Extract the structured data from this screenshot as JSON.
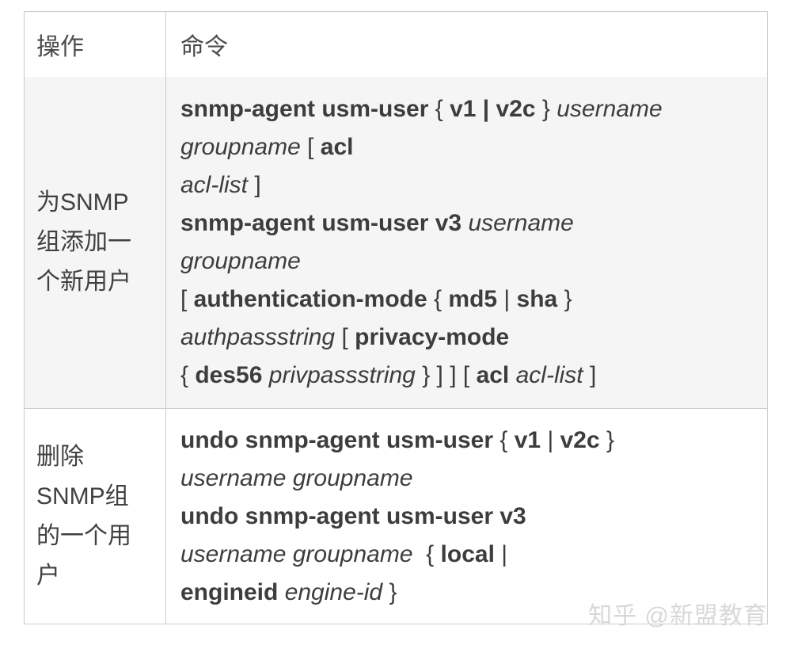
{
  "watermark": {
    "text": "知乎 @新盟教育",
    "color": "#d8d8d8"
  },
  "table": {
    "border_color": "#cccccc",
    "header": {
      "operation_label": "操作",
      "command_label": "命令"
    },
    "rows": [
      {
        "background": "#f5f5f5",
        "operation": "为SNMP组添加一个新用户",
        "operation_lines": [
          "为SNMP",
          "组添加一",
          "个新用户"
        ],
        "command_lines": [
          [
            {
              "text": "snmp-agent usm-user",
              "style": "bold"
            },
            {
              "text": " { ",
              "style": "regular"
            },
            {
              "text": "v1 | v2c",
              "style": "bold"
            },
            {
              "text": " } ",
              "style": "regular"
            },
            {
              "text": "username",
              "style": "italic"
            }
          ],
          [
            {
              "text": "groupname",
              "style": "italic"
            },
            {
              "text": " [ ",
              "style": "regular"
            },
            {
              "text": "acl",
              "style": "bold"
            }
          ],
          [
            {
              "text": "acl-list",
              "style": "italic"
            },
            {
              "text": " ]",
              "style": "regular"
            }
          ],
          [
            {
              "text": "snmp-agent usm-user v3",
              "style": "bold"
            },
            {
              "text": " ",
              "style": "regular"
            },
            {
              "text": "username",
              "style": "italic"
            }
          ],
          [
            {
              "text": "groupname",
              "style": "italic"
            }
          ],
          [
            {
              "text": "[ ",
              "style": "regular"
            },
            {
              "text": "authentication-mode",
              "style": "bold"
            },
            {
              "text": " { ",
              "style": "regular"
            },
            {
              "text": "md5",
              "style": "bold"
            },
            {
              "text": " | ",
              "style": "regular"
            },
            {
              "text": "sha",
              "style": "bold"
            },
            {
              "text": " }",
              "style": "regular"
            }
          ],
          [
            {
              "text": "authpassstring",
              "style": "italic"
            },
            {
              "text": " [ ",
              "style": "regular"
            },
            {
              "text": "privacy-mode",
              "style": "bold"
            }
          ],
          [
            {
              "text": "{ ",
              "style": "regular"
            },
            {
              "text": "des56",
              "style": "bold"
            },
            {
              "text": " ",
              "style": "regular"
            },
            {
              "text": "privpassstring",
              "style": "italic"
            },
            {
              "text": " } ] ] [ ",
              "style": "regular"
            },
            {
              "text": "acl",
              "style": "bold"
            },
            {
              "text": " ",
              "style": "regular"
            },
            {
              "text": "acl-list",
              "style": "italic"
            },
            {
              "text": " ]",
              "style": "regular"
            }
          ]
        ]
      },
      {
        "background": "#ffffff",
        "operation": "删除SNMP组的一个用户",
        "operation_lines": [
          "删除",
          "SNMP组",
          "的一个用",
          "户"
        ],
        "command_lines": [
          [
            {
              "text": "undo snmp-agent usm-user",
              "style": "bold"
            },
            {
              "text": " { ",
              "style": "regular"
            },
            {
              "text": "v1",
              "style": "bold"
            },
            {
              "text": " | ",
              "style": "regular"
            },
            {
              "text": "v2c",
              "style": "bold"
            },
            {
              "text": " }",
              "style": "regular"
            }
          ],
          [
            {
              "text": "username groupname",
              "style": "italic"
            }
          ],
          [
            {
              "text": "undo snmp-agent usm-user v3",
              "style": "bold"
            }
          ],
          [
            {
              "text": "username groupname",
              "style": "italic"
            },
            {
              "text": "  { ",
              "style": "regular"
            },
            {
              "text": "local",
              "style": "bold"
            },
            {
              "text": " |",
              "style": "regular"
            }
          ],
          [
            {
              "text": "engineid",
              "style": "bold"
            },
            {
              "text": " ",
              "style": "regular"
            },
            {
              "text": "engine-id",
              "style": "italic"
            },
            {
              "text": " }",
              "style": "regular"
            }
          ]
        ]
      }
    ]
  }
}
